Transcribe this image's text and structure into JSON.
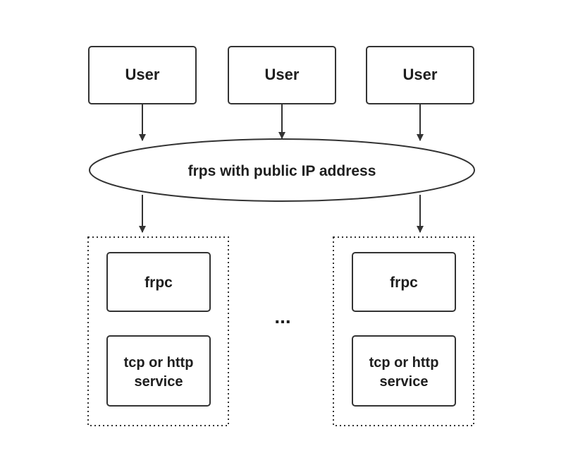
{
  "diagram": {
    "users": [
      {
        "label": "User"
      },
      {
        "label": "User"
      },
      {
        "label": "User"
      }
    ],
    "server": {
      "label": "frps with public IP address"
    },
    "clients": [
      {
        "frpc_label": "frpc",
        "service_line1": "tcp or http",
        "service_line2": "service"
      },
      {
        "frpc_label": "frpc",
        "service_line1": "tcp or http",
        "service_line2": "service"
      }
    ],
    "ellipsis": "...",
    "colors": {
      "stroke": "#333333",
      "text": "#1e1e1e",
      "background": "#ffffff"
    }
  }
}
